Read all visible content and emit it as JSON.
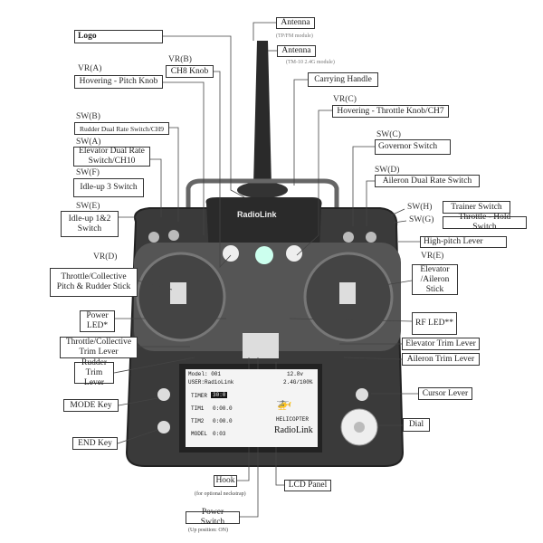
{
  "brand": "RadioLink",
  "labels": {
    "logo": "Logo",
    "vr_a": "VR(A)",
    "hover_pitch": "Hovering - Pitch Knob",
    "vr_b": "VR(B)",
    "ch8": "CH8 Knob",
    "sw_b": "SW(B)",
    "rudder_dr": "Rudder Dual Rate Switch/CH9",
    "sw_a": "SW(A)",
    "elev_dr": "Elevator Dual Rate Switch/CH10",
    "sw_f": "SW(F)",
    "idle3": "Idle-up 3 Switch",
    "sw_e": "SW(E)",
    "idle12": "Idle-up 1&2 Switch",
    "vr_d": "VR(D)",
    "thr_stick": "Throttle/Collective Pitch & Rudder Stick",
    "power_led": "Power LED*",
    "thr_trim": "Throttle/Collective Trim Lever",
    "rud_trim": "Rudder Trim Lever",
    "mode_key": "MODE Key",
    "end_key": "END Key",
    "hook": "Hook",
    "hook_note": "(for optional neckstrap)",
    "power_switch": "Power Switch",
    "power_note": "(Up position: ON)",
    "lcd_panel": "LCD Panel",
    "antenna1": "Antenna",
    "antenna1_note": "(TP/FM module)",
    "antenna2": "Antenna",
    "antenna2_note": "(TM-10 2.4G module)",
    "handle": "Carrying Handle",
    "vr_c": "VR(C)",
    "hover_thr": "Hovering - Throttle Knob/CH7",
    "sw_c": "SW(C)",
    "governor": "Governor Switch",
    "sw_d": "SW(D)",
    "ail_dr": "Aileron Dual Rate Switch",
    "sw_h": "SW(H)",
    "trainer": "Trainer Switch",
    "sw_g": "SW(G)",
    "thr_hold": "Throttle - Hold Switch",
    "high_pitch": "High-pitch Lever",
    "vr_e": "VR(E)",
    "elev_stick": "Elevator /Aileron Stick",
    "rf_led": "RF LED**",
    "elev_trim": "Elevator Trim Lever",
    "ail_trim": "Aileron Trim Lever",
    "cursor": "Cursor Lever",
    "dial": "Dial"
  },
  "lcd": {
    "model": "Model: 001",
    "voltage": "12.8v",
    "user": "USER:RadioLink",
    "band": "2.4G/100%",
    "timer": "TIMER",
    "timer_val": "30:0",
    "tim1": "TIM1",
    "tim1_val": "0:00.0",
    "tim2": "TIM2",
    "tim2_val": "0:00.0",
    "model_lbl": "MODEL",
    "model_val": "0:03",
    "type": "HELICOPTER",
    "logo": "RadioLink"
  }
}
